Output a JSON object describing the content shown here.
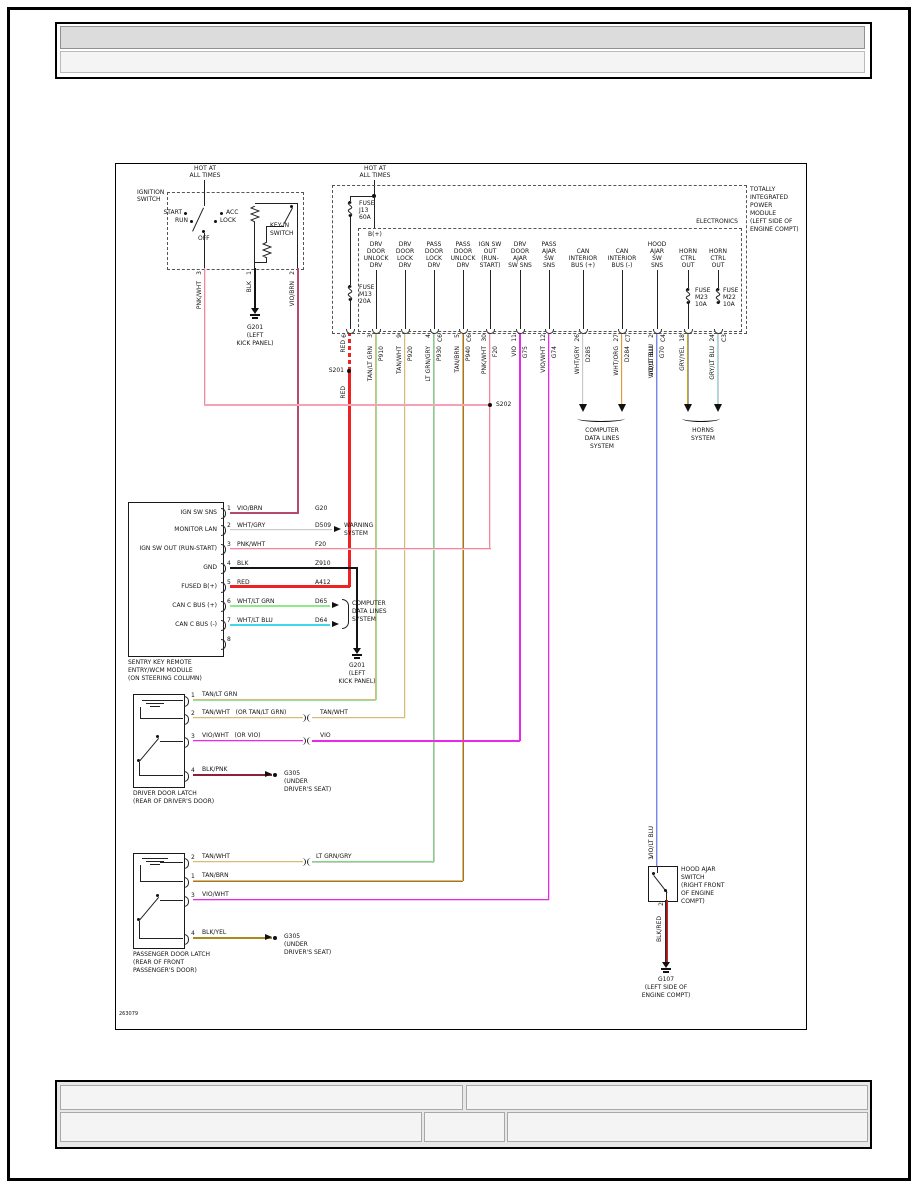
{
  "page": {
    "figure_number": "263079"
  },
  "systems": {
    "warning": [
      "WARNING",
      "SYSTEM"
    ],
    "computer": [
      "COMPUTER",
      "DATA LINES",
      "SYSTEM"
    ],
    "horns": [
      "HORNS",
      "SYSTEM"
    ]
  },
  "splices": {
    "s201": "S201",
    "s202": "S202"
  },
  "grounds": {
    "g201a": {
      "id": "G201",
      "loc": [
        "(LEFT",
        "KICK PANEL)"
      ]
    },
    "g201b": {
      "id": "G201",
      "loc": [
        "(LEFT",
        "KICK PANEL)"
      ]
    },
    "g305a": {
      "id": "G305",
      "loc": [
        "(UNDER",
        "DRIVER'S SEAT)"
      ]
    },
    "g305b": {
      "id": "G305",
      "loc": [
        "(UNDER",
        "DRIVER'S SEAT)"
      ]
    },
    "g107": {
      "id": "G107",
      "loc": [
        "(LEFT SIDE OF",
        "ENGINE COMPT)"
      ]
    }
  },
  "ignition": {
    "hot": [
      "HOT AT",
      "ALL TIMES"
    ],
    "title": [
      "IGNITION",
      "SWITCH"
    ],
    "positions": {
      "start": "START",
      "run": "RUN",
      "off": "OFF",
      "acc": "ACC",
      "lock": "LOCK"
    },
    "key_in": [
      "KEY-IN",
      "SWITCH"
    ],
    "pins": [
      "3",
      "1",
      "2"
    ],
    "wires": [
      "PNK/WHT",
      "BLK",
      "VIO/BRN"
    ]
  },
  "tipm": {
    "hot": [
      "HOT AT",
      "ALL TIMES"
    ],
    "title": [
      "TOTALLY",
      "INTEGRATED",
      "POWER",
      "MODULE",
      "(LEFT SIDE OF",
      "ENGINE COMPT)"
    ],
    "electronics": "ELECTRONICS",
    "bplus": "B(+)",
    "red_label": "RED",
    "fuses": {
      "j13": [
        "FUSE",
        "J13",
        "60A"
      ],
      "m13": [
        "FUSE",
        "M13",
        "20A"
      ],
      "m23": [
        "FUSE",
        "M23",
        "10A"
      ],
      "m22": [
        "FUSE",
        "M22",
        "10A"
      ]
    },
    "pins": [
      {
        "pin": "6",
        "conn": "",
        "color": "RED",
        "code": "",
        "func": []
      },
      {
        "pin": "3",
        "conn": "",
        "color": "TAN/LT GRN",
        "code": "P910",
        "func": [
          "DRV",
          "DOOR",
          "UNLOCK",
          "DRV"
        ]
      },
      {
        "pin": "9",
        "conn": "",
        "color": "TAN/WHT",
        "code": "P920",
        "func": [
          "DRV",
          "DOOR",
          "LOCK",
          "DRV"
        ]
      },
      {
        "pin": "4",
        "conn": "C6",
        "color": "LT GRN/GRY",
        "code": "P930",
        "func": [
          "PASS",
          "DOOR",
          "LOCK",
          "DRV"
        ]
      },
      {
        "pin": "5",
        "conn": "C6",
        "color": "TAN/BRN",
        "code": "P940",
        "func": [
          "PASS",
          "DOOR",
          "UNLOCK",
          "DRV"
        ]
      },
      {
        "pin": "30",
        "conn": "",
        "color": "PNK/WHT",
        "code": "F20",
        "func": [
          "IGN SW",
          "OUT",
          "(RUN-",
          "START)"
        ]
      },
      {
        "pin": "11",
        "conn": "",
        "color": "VIO",
        "code": "G75",
        "func": [
          "DRV",
          "DOOR",
          "AJAR",
          "SW SNS"
        ]
      },
      {
        "pin": "12",
        "conn": "",
        "color": "VIO/WHT",
        "code": "G74",
        "func": [
          "PASS",
          "AJAR",
          "SW",
          "SNS"
        ]
      },
      {
        "pin": "26",
        "conn": "",
        "color": "WHT/GRY",
        "code": "D285",
        "func": [
          "CAN",
          "INTERIOR",
          "BUS (+)"
        ]
      },
      {
        "pin": "27",
        "conn": "C7",
        "color": "WHT/ORG",
        "code": "D284",
        "func": [
          "CAN",
          "INTERIOR",
          "BUS (-)"
        ]
      },
      {
        "pin": "2",
        "conn": "C4",
        "color": "VIO/LT BLU",
        "code": "G70",
        "func": [
          "HOOD",
          "AJAR",
          "SW",
          "SNS"
        ]
      },
      {
        "pin": "18",
        "conn": "",
        "color": "GRY/YEL",
        "code": "",
        "func": [
          "HORN",
          "CTRL",
          "OUT"
        ]
      },
      {
        "pin": "24",
        "conn": "C3",
        "color": "GRY/LT BLU",
        "code": "",
        "func": [
          "HORN",
          "CTRL",
          "OUT"
        ]
      }
    ]
  },
  "wcm": {
    "title": [
      "SENTRY KEY REMOTE",
      "ENTRY/WCM MODULE",
      "(ON STEERING COLUMN)"
    ],
    "rows": [
      {
        "pin": "1",
        "func": "IGN SW SNS",
        "color": "VIO/BRN",
        "code": "G20"
      },
      {
        "pin": "2",
        "func": "MONITOR LAN",
        "color": "WHT/GRY",
        "code": "D509"
      },
      {
        "pin": "3",
        "func": "IGN SW OUT (RUN-START)",
        "color": "PNK/WHT",
        "code": "F20"
      },
      {
        "pin": "4",
        "func": "GND",
        "color": "BLK",
        "code": "Z910"
      },
      {
        "pin": "5",
        "func": "FUSED B(+)",
        "color": "RED",
        "code": "A412"
      },
      {
        "pin": "6",
        "func": "CAN C BUS (+)",
        "color": "WHT/LT GRN",
        "code": "D65"
      },
      {
        "pin": "7",
        "func": "CAN C BUS (-)",
        "color": "WHT/LT BLU",
        "code": "D64"
      },
      {
        "pin": "8",
        "func": "",
        "color": "",
        "code": ""
      }
    ]
  },
  "driver_latch": {
    "title": [
      "DRIVER DOOR LATCH",
      "(REAR OF DRIVER'S DOOR)"
    ],
    "rows": [
      {
        "pin": "1",
        "label": "TAN/LT GRN",
        "after": ""
      },
      {
        "pin": "2",
        "label": "TAN/WHT   (OR TAN/LT GRN)",
        "after": "TAN/WHT"
      },
      {
        "pin": "3",
        "label": "VIO/WHT   (OR VIO)",
        "after": "VIO"
      },
      {
        "pin": "4",
        "label": "BLK/PNK",
        "after": ""
      }
    ]
  },
  "passenger_latch": {
    "title": [
      "PASSENGER DOOR LATCH",
      "(REAR OF FRONT",
      "PASSENGER'S DOOR)"
    ],
    "rows": [
      {
        "pin": "2",
        "label": "TAN/WHT",
        "after": "LT GRN/GRY"
      },
      {
        "pin": "1",
        "label": "TAN/BRN",
        "after": ""
      },
      {
        "pin": "3",
        "label": "VIO/WHT",
        "after": ""
      },
      {
        "pin": "4",
        "label": "BLK/YEL",
        "after": ""
      }
    ]
  },
  "hood_switch": {
    "title": [
      "HOOD AJAR",
      "SWITCH",
      "(RIGHT FRONT",
      "OF ENGINE",
      "COMPT)"
    ],
    "pins": [
      "1",
      "2"
    ],
    "wire_top": "VIO/LT BLU",
    "wire_bottom": "BLK/RED"
  },
  "colors": {
    "red": "#ee2222",
    "tan": "#d9ba7d",
    "lt_grn": "#98e098",
    "vio": "#e928e9",
    "pnk_wht": "#f2879d",
    "vio_lt_blu": "#8084e2",
    "gry_yel": "#bfa425",
    "gry_lt_blu": "#9fdcea",
    "wht_org": "#e09a35",
    "wht_gry": "#c9c9c9",
    "vio_brn": "#b64a6e",
    "blk_pnk": "#8c2136",
    "blk_yel": "#a8891c",
    "wht_lt_grn": "#8ce98c",
    "wht_lt_blu": "#3fd9e9",
    "blk_red": "#d92020"
  }
}
